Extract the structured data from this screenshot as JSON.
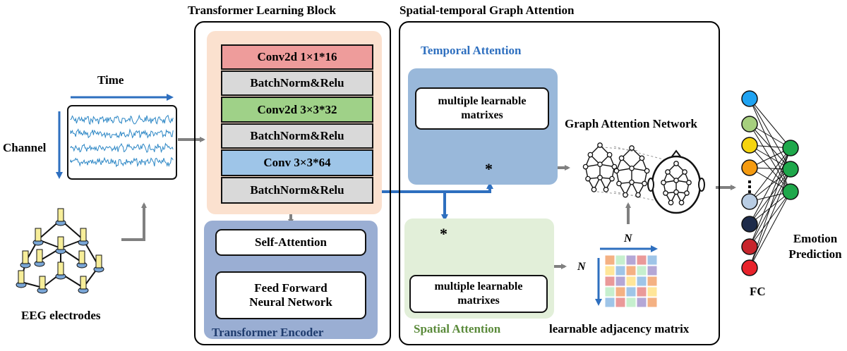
{
  "inputs": {
    "time_label": "Time",
    "channel_label": "Channel",
    "electrodes_label": "EEG electrodes"
  },
  "transformer_block": {
    "title": "Transformer Learning Block",
    "layers": [
      {
        "label": "Conv2d 1×1*16",
        "color": "#ee9c9b"
      },
      {
        "label": "BatchNorm&Relu",
        "color": "#d9d9d9"
      },
      {
        "label": "Conv2d 3×3*32",
        "color": "#9fd188"
      },
      {
        "label": "BatchNorm&Relu",
        "color": "#d9d9d9"
      },
      {
        "label": "Conv 3×3*64",
        "color": "#9ec5e8"
      },
      {
        "label": "BatchNorm&Relu",
        "color": "#d9d9d9"
      }
    ],
    "encoder": {
      "self_attention": "Self-Attention",
      "feed_forward": "Feed Forward Neural Network",
      "label": "Transformer Encoder"
    }
  },
  "graph_block": {
    "title": "Spatial-temporal Graph Attention",
    "temporal_label": "Temporal Attention",
    "temporal_box": "multiple learnable matrixes",
    "spatial_label": "Spatial Attention",
    "spatial_box": "multiple learnable matrixes",
    "gat_label": "Graph Attention Network",
    "adj_label": "learnable adjacency matrix",
    "n_top": "N",
    "n_left": "N",
    "operator": "*",
    "adjacency_colors": [
      [
        "#f4b183",
        "#c6efce",
        "#b4a7d6",
        "#ea9999",
        "#9fc5e8"
      ],
      [
        "#ffe699",
        "#9fc5e8",
        "#f4b183",
        "#c6efce",
        "#b4a7d6"
      ],
      [
        "#ea9999",
        "#b4a7d6",
        "#ffe699",
        "#9fc5e8",
        "#f4b183"
      ],
      [
        "#c6efce",
        "#f4b183",
        "#9fc5e8",
        "#ea9999",
        "#ffe699"
      ],
      [
        "#9fc5e8",
        "#ea9999",
        "#c6efce",
        "#b4a7d6",
        "#f4b183"
      ]
    ]
  },
  "output": {
    "fc_label": "FC",
    "emotion_label": "Emotion Prediction",
    "input_node_colors": [
      "#1fa3f2",
      "#a6cf7e",
      "#f5d40e",
      "#f59b11",
      "#b9cde4",
      "#1e2b4a",
      "#c7252c",
      "#e8232b"
    ],
    "output_node_color": "#1fa84b"
  },
  "colors": {
    "accent_blue": "#2e6fbf",
    "arrow_gray": "#808080",
    "temporal_title": "#2e6fbf",
    "spatial_title": "#5a8a3a",
    "encoder_title": "#1f3c6e"
  }
}
